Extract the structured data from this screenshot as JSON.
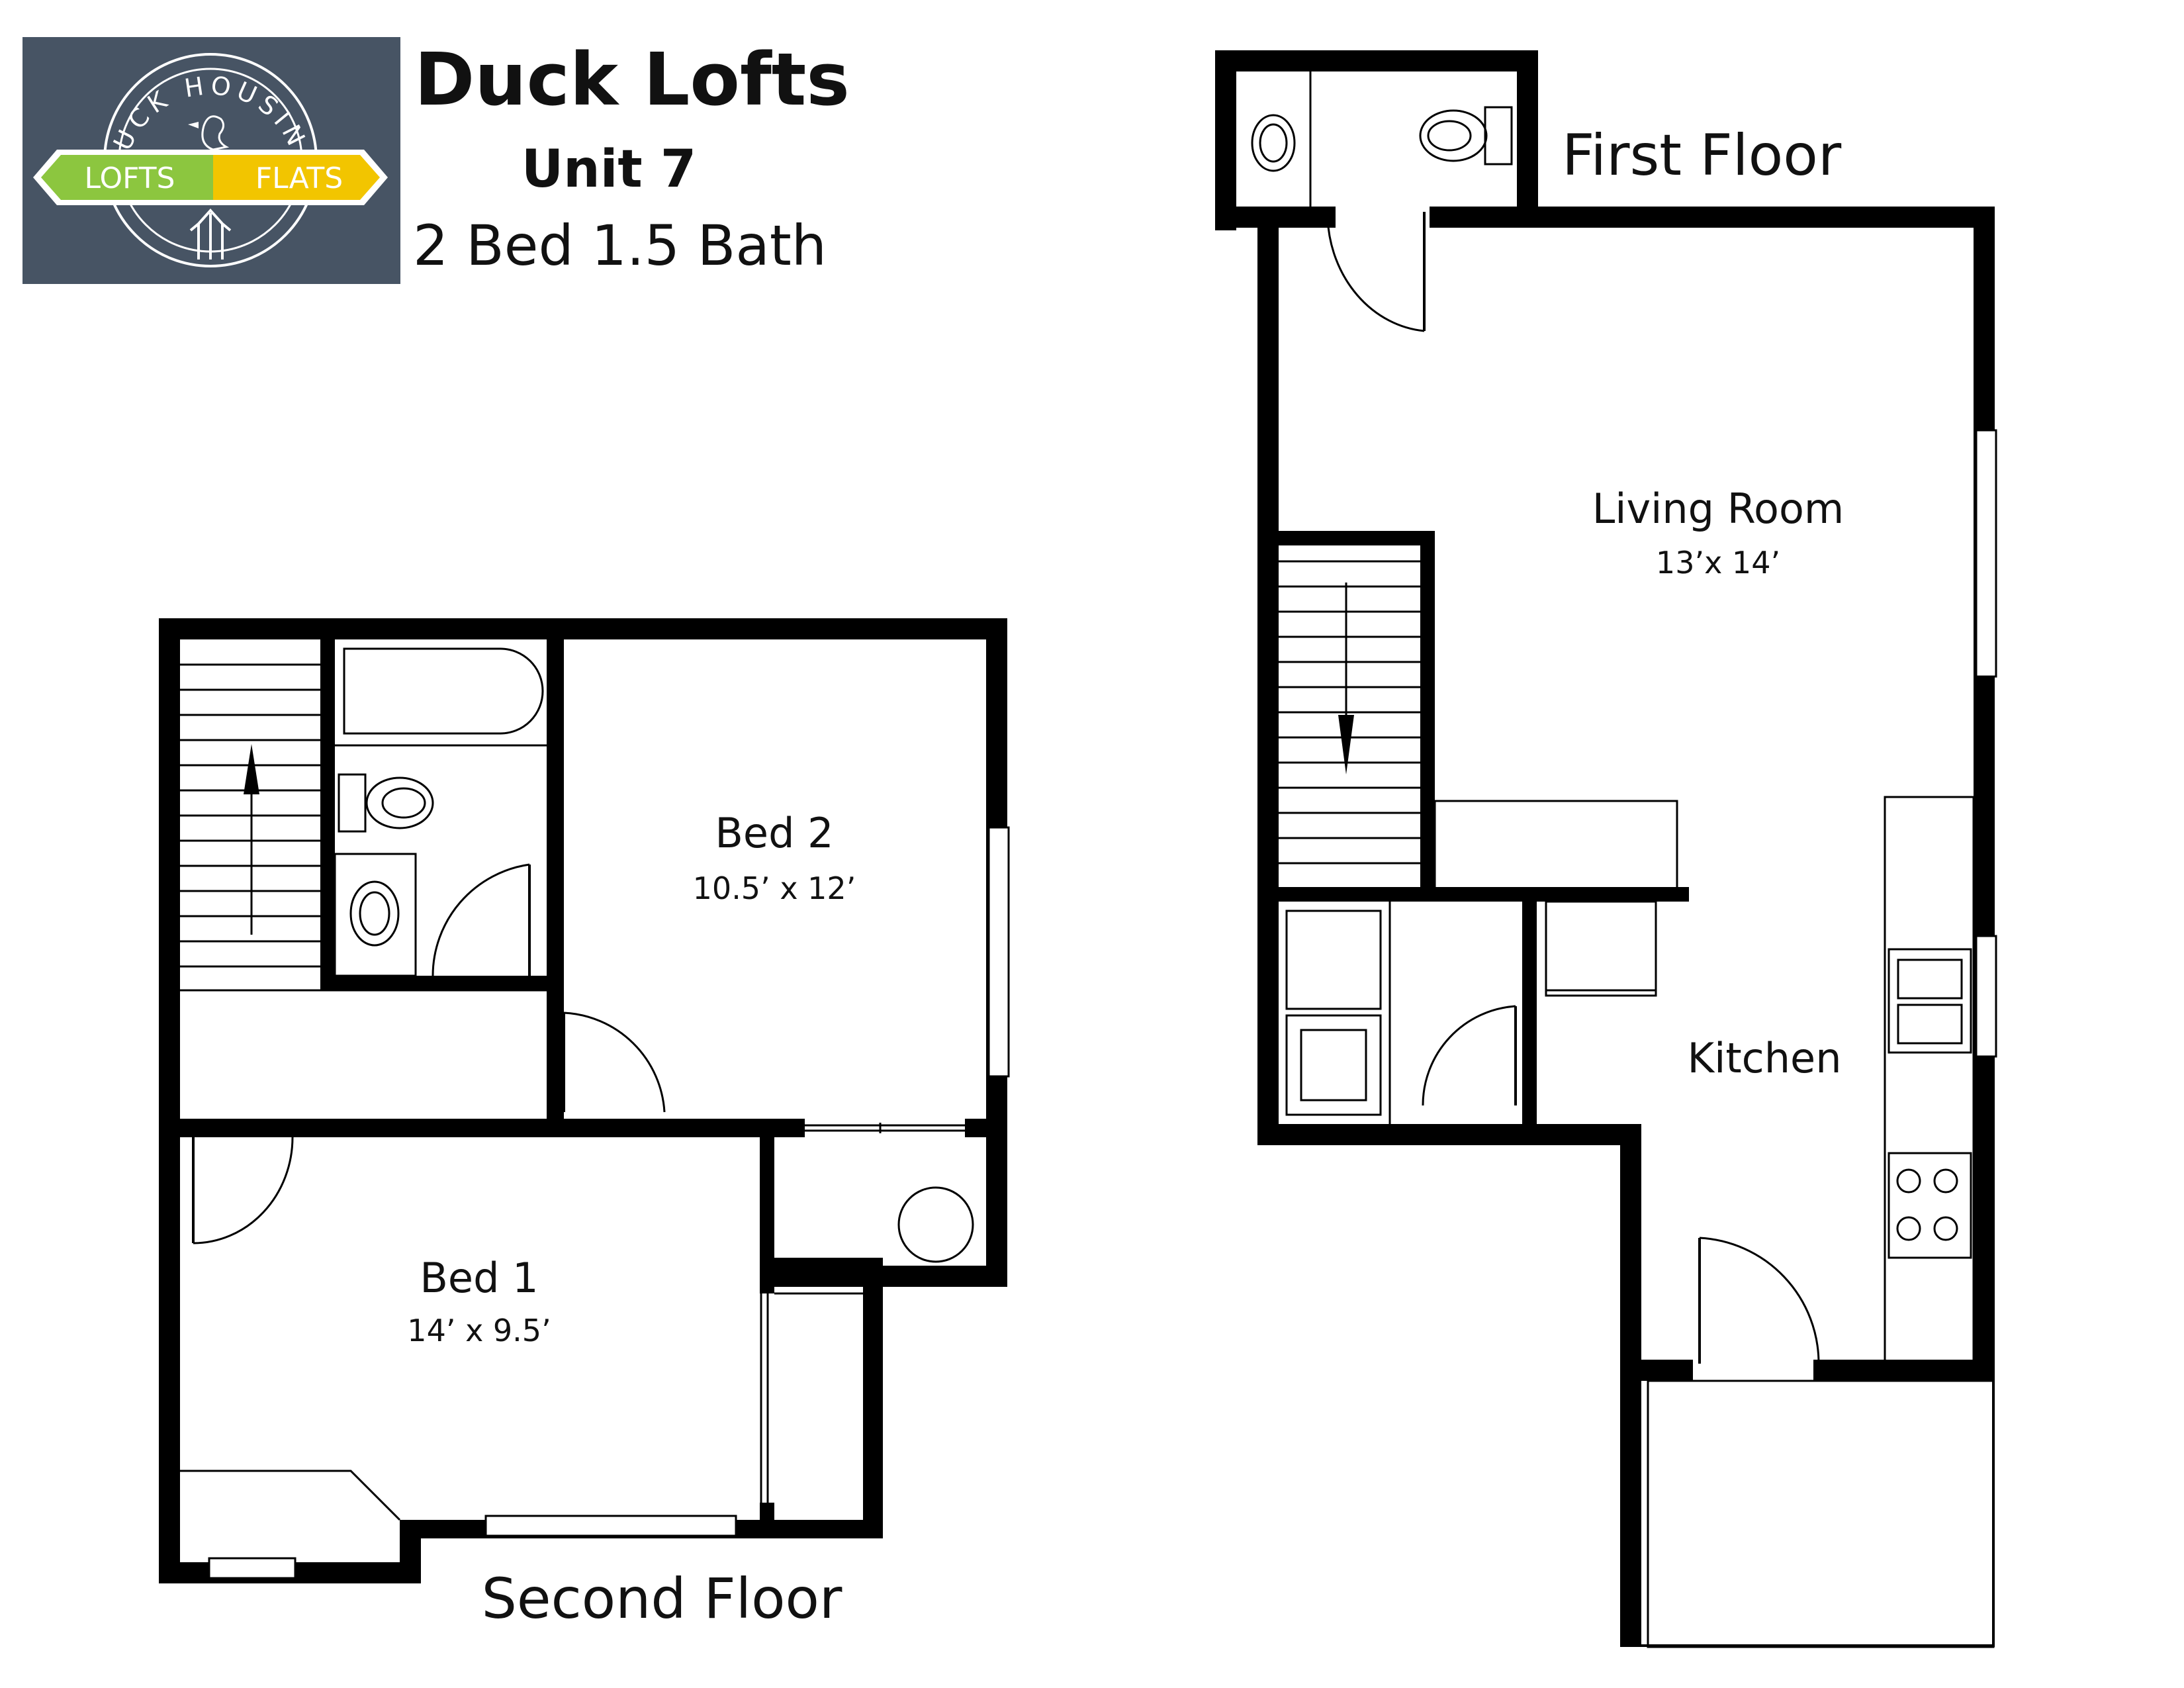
{
  "logo": {
    "top_text": "DUCK HOUSING",
    "left_text": "LOFTS",
    "right_text": "FLATS",
    "background": "#475464",
    "left_color": "#8cc63f",
    "right_color": "#f2c500"
  },
  "header": {
    "title": "Duck Lofts",
    "unit": "Unit 7",
    "summary": "2 Bed 1.5 Bath"
  },
  "floors": {
    "first": "First Floor",
    "second": "Second Floor"
  },
  "rooms": {
    "living_room": {
      "name": "Living Room",
      "size": "13’x 14’"
    },
    "kitchen": {
      "name": "Kitchen"
    },
    "bed2": {
      "name": "Bed 2",
      "size": "10.5’ x 12’"
    },
    "bed1": {
      "name": "Bed 1",
      "size": "14’ x 9.5’"
    }
  },
  "colors": {
    "wall": "#000000"
  }
}
